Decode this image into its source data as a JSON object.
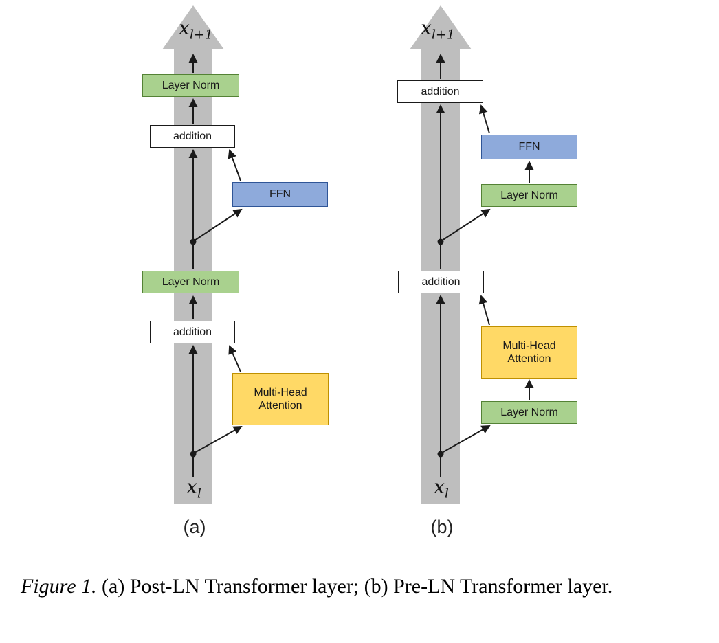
{
  "colors": {
    "layer_norm_fill": "#A9D18E",
    "layer_norm_border": "#548235",
    "ffn_fill": "#8EAADB",
    "ffn_border": "#2F5597",
    "attention_fill": "#FFD966",
    "attention_border": "#BF9000",
    "addition_fill": "#FFFFFF",
    "addition_border": "#1A1A1A",
    "spine": "#BEBEBE",
    "arrow": "#1A1A1A"
  },
  "diagram_a": {
    "caption_label": "(a)",
    "input_var": "x",
    "input_sub": "l",
    "output_var": "x",
    "output_sub": "l+1",
    "boxes": {
      "layer_norm_top": "Layer Norm",
      "addition_top": "addition",
      "ffn": "FFN",
      "layer_norm_mid": "Layer Norm",
      "addition_bottom": "addition",
      "multi_head_attention": "Multi-Head Attention"
    }
  },
  "diagram_b": {
    "caption_label": "(b)",
    "input_var": "x",
    "input_sub": "l",
    "output_var": "x",
    "output_sub": "l+1",
    "boxes": {
      "addition_top": "addition",
      "ffn": "FFN",
      "layer_norm_top": "Layer Norm",
      "addition_mid": "addition",
      "multi_head_attention": "Multi-Head Attention",
      "layer_norm_bottom": "Layer Norm"
    }
  },
  "figure_caption": {
    "prefix": "Figure 1.",
    "body": "(a) Post-LN Transformer layer; (b) Pre-LN Transformer layer."
  }
}
